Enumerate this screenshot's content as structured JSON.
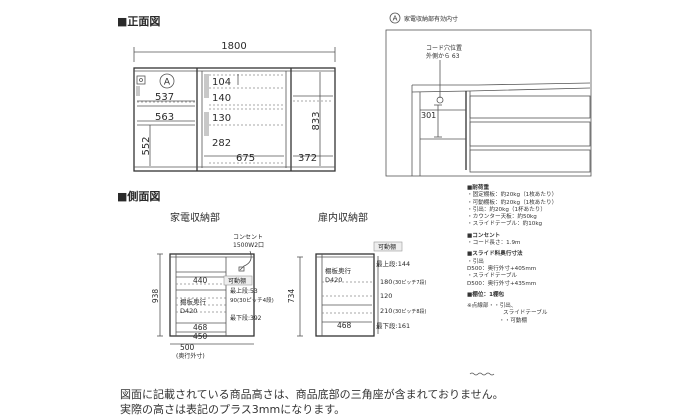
{
  "front": {
    "heading": "■正面図",
    "total_width": "1800",
    "label_a": "A",
    "dim_537": "537",
    "dim_563": "563",
    "dim_552": "552",
    "dim_104": "104",
    "dim_140": "140",
    "dim_130": "130",
    "dim_282": "282",
    "dim_675": "675",
    "dim_833": "833",
    "dim_372": "372"
  },
  "detail": {
    "label_a": "A",
    "title": "家電収納部有効内寸",
    "cord_label_1": "コード穴位置",
    "cord_label_2": "外側から 63",
    "dim_301": "301"
  },
  "side": {
    "heading": "■側面図",
    "left_title": "家電収納部",
    "right_title": "扉内収納部",
    "outlet_1": "コンセント",
    "outlet_2": "1500W2口",
    "movable_left": "可動棚",
    "dim_440": "440",
    "top_53": "最上段:53",
    "pitch_90": "90(30ピッチ4段)",
    "shelf_depth_1": "棚板奥行",
    "shelf_depth_2": "D420",
    "bottom_392": "最下段:392",
    "dim_468": "468",
    "dim_450": "450",
    "dim_938": "938",
    "dim_500": "500",
    "depth_outer": "(奥行外寸)",
    "movable_right": "可動棚",
    "top_144": "最上段:144",
    "pitch_180": "180",
    "pitch_180_note": "(30ピッチ7段)",
    "dim_120": "120",
    "pitch_210": "210",
    "pitch_210_note": "(30ピッチ8段)",
    "bottom_161": "最下段:161",
    "right_shelf_1": "棚板奥行",
    "right_shelf_2": "D420",
    "right_468": "468",
    "dim_734": "734"
  },
  "specs": {
    "load_h": "■耐荷重",
    "load_1": "・固定棚板：約20kg（1枚あたり）",
    "load_2": "・可動棚板：約20kg（1枚あたり）",
    "load_3": "・引出：約20kg（1杯あたり）",
    "load_4": "・カウンター天板：約50kg",
    "load_5": "・スライドテーブル：約10kg",
    "outlet_h": "■コンセント",
    "outlet_1": "・コード長さ：1.9m",
    "slide_h": "■スライド料奥行寸法",
    "slide_1": "・引出",
    "slide_2": "D500：奥行外寸+405mm",
    "slide_3": "・スライドテーブル",
    "slide_4": "D500：奥行外寸+435mm",
    "shelf_h": "■棚位：1棚包",
    "legend_1": "※点線部・・引出、",
    "legend_2": "スライドテーブル",
    "legend_3": "・・可動棚"
  },
  "note": {
    "line1": "図面に記載されている商品高さは、商品底部の三角座が含まれておりません。",
    "line2": "実際の高さは表記のプラス3mmになります。"
  }
}
